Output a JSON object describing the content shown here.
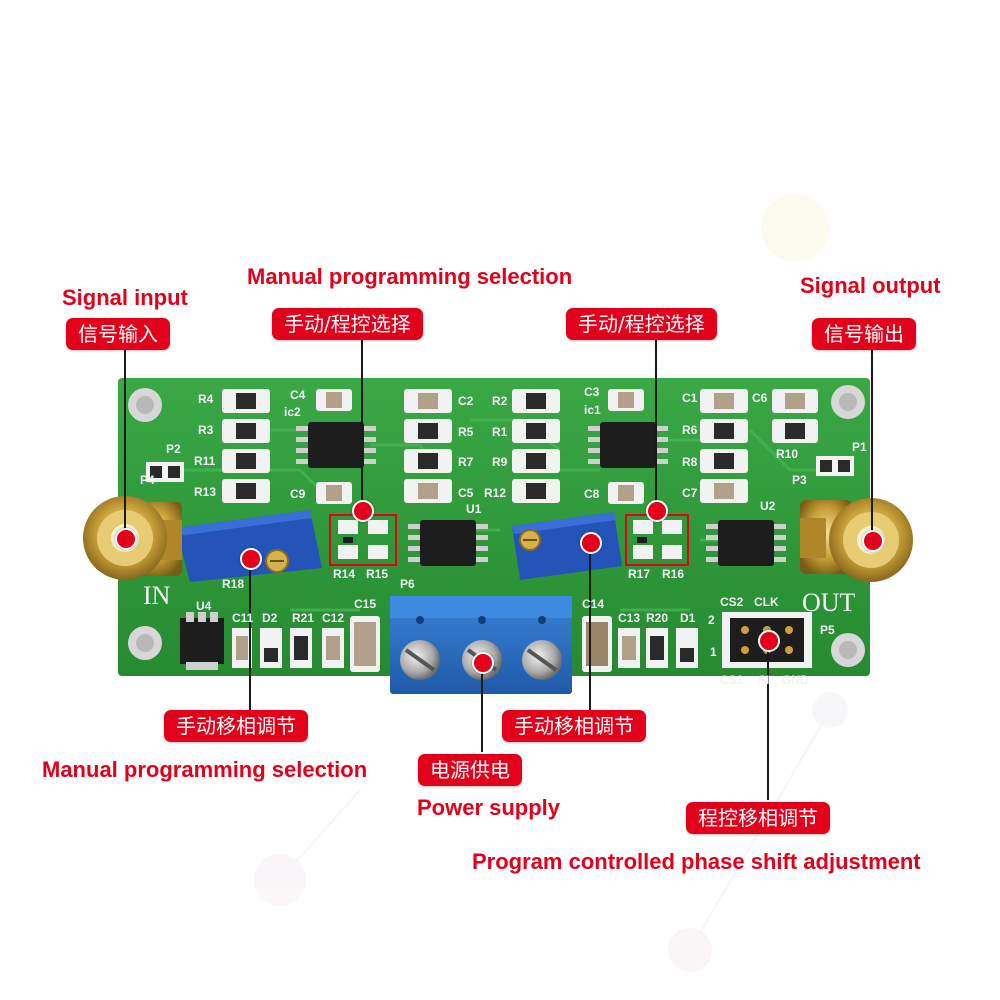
{
  "labels": {
    "signal_input_en": "Signal input",
    "signal_input_cn": "信号输入",
    "signal_output_en": "Signal output",
    "signal_output_cn": "信号输出",
    "manual_prog_top_en": "Manual programming selection",
    "manual_prog_left_cn": "手动/程控选择",
    "manual_prog_right_cn": "手动/程控选择",
    "manual_phase_left_cn": "手动移相调节",
    "manual_phase_right_cn": "手动移相调节",
    "manual_prog_bottom_en": "Manual programming selection",
    "power_cn": "电源供电",
    "power_en": "Power supply",
    "prog_phase_cn": "程控移相调节",
    "prog_phase_en": "Program controlled phase shift adjustment"
  },
  "pcb_text": {
    "in": "IN",
    "out": "OUT",
    "r4": "R4",
    "r3": "R3",
    "r11": "R11",
    "r13": "R13",
    "p2": "P2",
    "p4": "P4",
    "c4": "C4",
    "ic2": "ic2",
    "c9": "C9",
    "c2": "C2",
    "r5": "R5",
    "r7": "R7",
    "c5": "C5",
    "r2": "R2",
    "r1": "R1",
    "r9": "R9",
    "r12": "R12",
    "c3": "C3",
    "ic1": "ic1",
    "c8": "C8",
    "c1": "C1",
    "r6": "R6",
    "r8": "R8",
    "c7": "C7",
    "c6": "C6",
    "r10": "R10",
    "p1": "P1",
    "p3": "P3",
    "u1": "U1",
    "u2": "U2",
    "r14": "R14",
    "r15": "R15",
    "r17": "R17",
    "r16": "R16",
    "r18": "R18",
    "u4": "U4",
    "c11": "C11",
    "d2": "D2",
    "r21": "R21",
    "c12": "C12",
    "c15": "C15",
    "p6": "P6",
    "c14": "C14",
    "c13": "C13",
    "r20": "R20",
    "d1": "D1",
    "cs2": "CS2",
    "clk": "CLK",
    "p5": "P5",
    "cs1": "CS1",
    "sdi": "SI",
    "gnd": "GND",
    "pin2": "2",
    "pin1": "1"
  },
  "colors": {
    "accent_red": "#e3001b",
    "pcb_green": "#2f9a3a",
    "terminal_blue": "#2a6fc4",
    "trimmer_blue": "#2454b8",
    "gold": "#c9a13a"
  },
  "icons": {
    "connector": "sma-connector-icon",
    "terminal": "screw-terminal-icon",
    "trimmer": "trimmer-potentiometer-icon",
    "ic": "soic8-chip-icon"
  }
}
